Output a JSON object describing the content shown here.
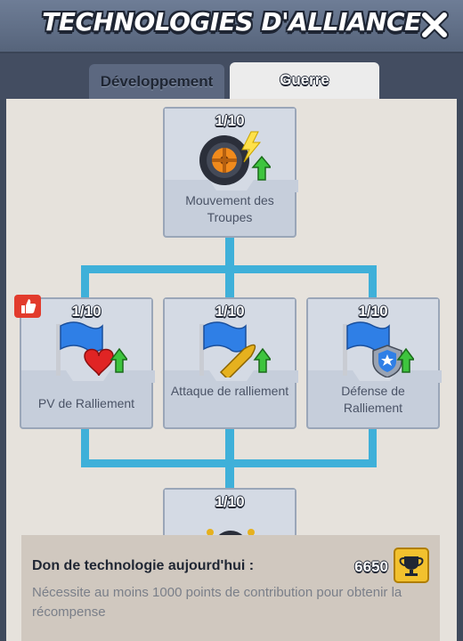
{
  "header": {
    "title": "TECHNOLOGIES D'ALLIANCE"
  },
  "tabs": [
    {
      "label": "Développement",
      "active": false
    },
    {
      "label": "Guerre",
      "active": true
    }
  ],
  "tree": {
    "top": {
      "level": "1/10",
      "name": "Mouvement des Troupes",
      "icon": "tire-speed-icon"
    },
    "row": [
      {
        "level": "1/10",
        "name": "PV de Ralliement",
        "icon": "flag-heart-icon",
        "recommended": true
      },
      {
        "level": "1/10",
        "name": "Attaque de ralliement",
        "icon": "flag-bullet-icon"
      },
      {
        "level": "1/10",
        "name": "Défense de Ralliement",
        "icon": "flag-shield-icon"
      }
    ],
    "bottom": {
      "level": "1/10",
      "icon": "gear-icon"
    }
  },
  "donation": {
    "title": "Don de technologie aujourd'hui :",
    "value": "6650",
    "description": "Nécessite au moins 1000 points de contribution pour obtenir la récompense"
  },
  "colors": {
    "connector": "#3fb0d9",
    "card": "#c6cedb",
    "panel": "#e6e2dc",
    "header": "#5f6d85",
    "trophy": "#f2c12e"
  }
}
